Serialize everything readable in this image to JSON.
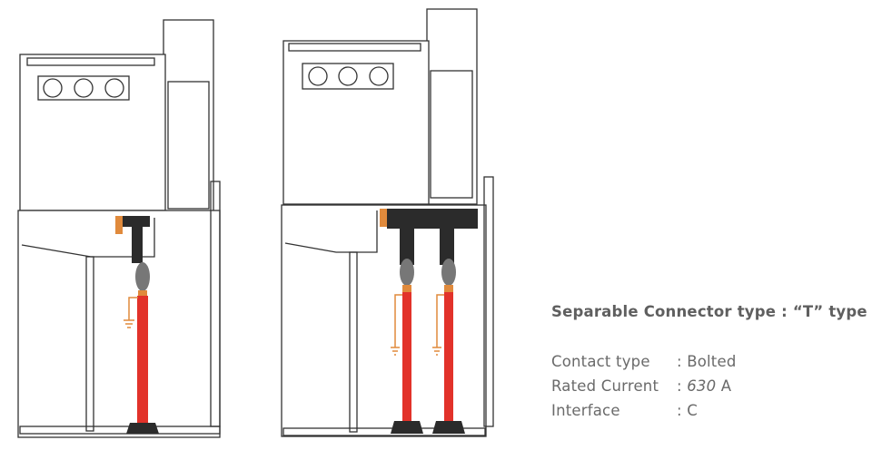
{
  "title": "Separable Connector type : “T” type",
  "specs": [
    {
      "label": "Contact type",
      "value": ": Bolted"
    },
    {
      "label": "Rated Current",
      "value_prefix": ": ",
      "value_italic": "630",
      "value_suffix": " A"
    },
    {
      "label": "Interface",
      "value": ": C"
    }
  ],
  "colors": {
    "cable": "#e2322a",
    "connector": "#2b2b2b",
    "earth": "#e08a3c",
    "text": "#6a6a6a"
  }
}
